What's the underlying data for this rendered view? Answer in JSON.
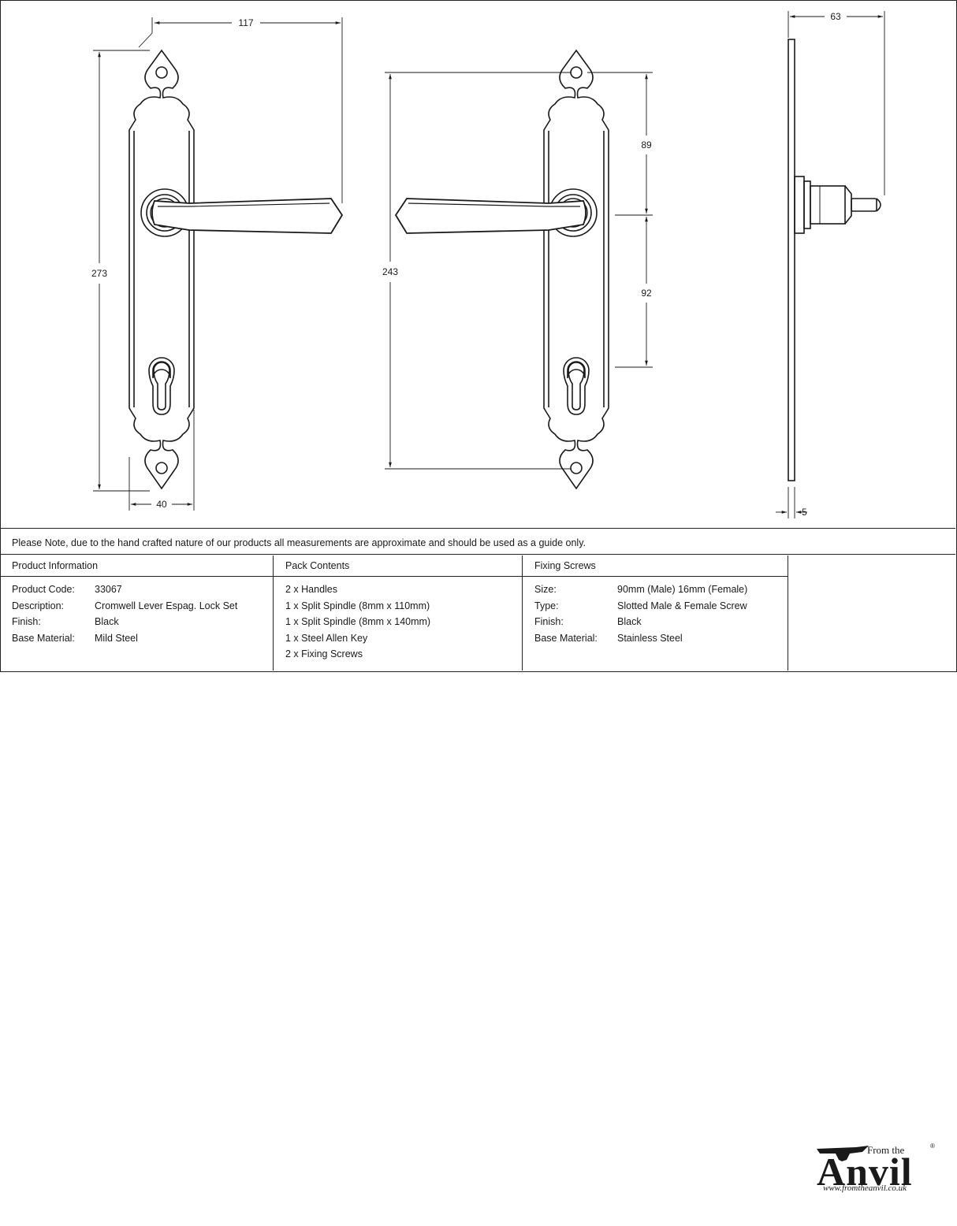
{
  "dimensions": {
    "d117": "117",
    "d273": "273",
    "d40": "40",
    "d243": "243",
    "d89": "89",
    "d92": "92",
    "d63": "63",
    "d5": "5"
  },
  "note": "Please Note, due to the hand crafted nature of our products all measurements are approximate and should be used as a guide only.",
  "product_info": {
    "header": "Product Information",
    "rows": [
      {
        "k": "Product Code:",
        "v": "33067"
      },
      {
        "k": "Description:",
        "v": "Cromwell Lever Espag. Lock Set"
      },
      {
        "k": "Finish:",
        "v": "Black"
      },
      {
        "k": "Base Material:",
        "v": "Mild Steel"
      }
    ]
  },
  "pack_contents": {
    "header": "Pack Contents",
    "rows": [
      "2 x Handles",
      "1 x Split Spindle (8mm x 110mm)",
      "1 x Split Spindle (8mm x 140mm)",
      "1 x Steel Allen Key",
      "2 x Fixing Screws"
    ]
  },
  "fixing_screws": {
    "header": "Fixing Screws",
    "rows": [
      {
        "k": "Size:",
        "v": "90mm (Male) 16mm (Female)"
      },
      {
        "k": "Type:",
        "v": "Slotted Male & Female Screw"
      },
      {
        "k": "Finish:",
        "v": "Black"
      },
      {
        "k": "Base Material:",
        "v": "Stainless Steel"
      }
    ]
  },
  "logo": {
    "from": "From the",
    "brand": "Anvil",
    "reg": "®",
    "url": "www.fromtheanvil.co.uk"
  }
}
